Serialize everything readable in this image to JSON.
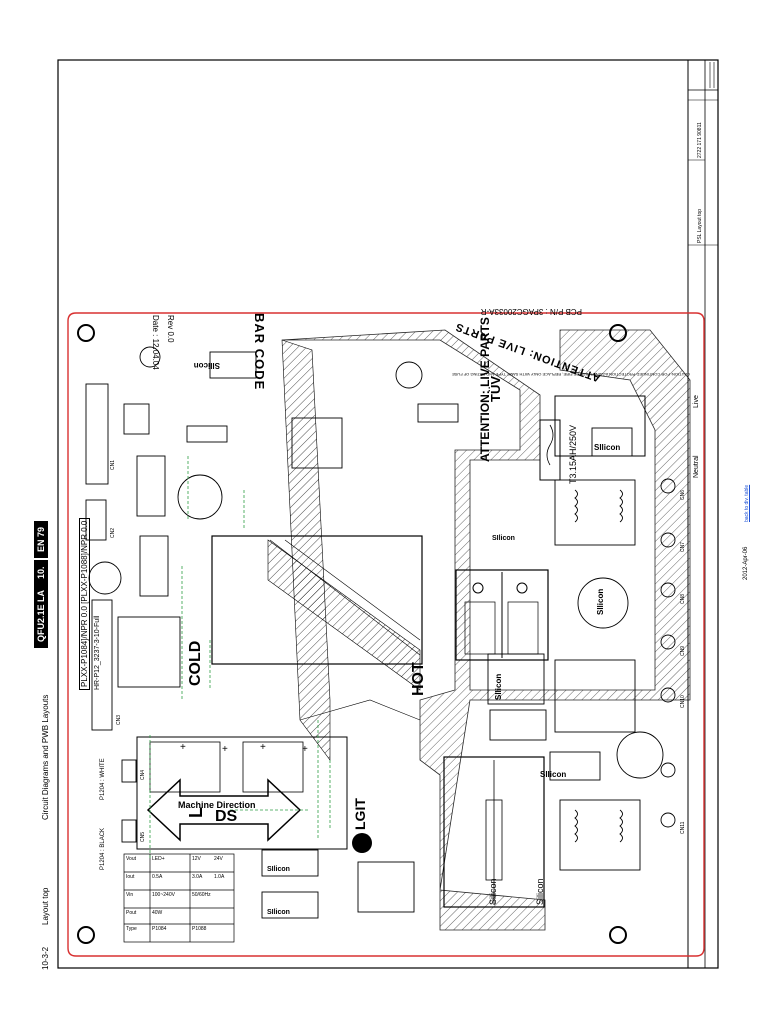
{
  "header": {
    "page_number": "10-3-2",
    "section": "Layout top",
    "chapter": "Circuit Diagrams and PWB Layouts",
    "model": "QFU2.1E LA",
    "chapter_no": "10.",
    "lang": "EN 79"
  },
  "footer": {
    "date": "2012-Apr-06",
    "link_text": "back to div. table"
  },
  "title_block": {
    "drawing_title": "PSL Layout top",
    "doc_number": "2722 171 90811"
  },
  "board": {
    "bar_code": "BAR CODE",
    "rev": "Rev 0.0",
    "date": "Date : 12.04.04",
    "pcb_pn": "PCB P/N : 3PAGC20033A-R",
    "attention_top": "ATTENTION: LIVE PARTS",
    "attention_mid": "ATTENTION: LIVE PARTS",
    "caution": "CAUTION: FOR CONTINUED PROTECTION AGAINST RISK OF FIRE, REPLACE ONLY WITH SAME TYPE AND RATING OF FUSE",
    "fuse": "T3.15AH/250V",
    "tdv": "TÜV",
    "hot": "HOT",
    "cold": "COLD",
    "machine_direction": "Machine Direction",
    "ds": "DS",
    "l_mark": "L",
    "lgit": "LGIT",
    "plxx": "PLXX-P1084]/NPR 0.0 [PLXX-P1088]/NPR 0.0",
    "model_code": "HR-P12_3237-3-10-Full",
    "neutral": "Neutral",
    "live": "Live",
    "p1 white": "P1204 : WHITE",
    "p1 black": "P1204 : BLACK",
    "silicon": "Silicon",
    "silicon_small": "SIlicon",
    "part_labels": [
      "CN1",
      "CN2",
      "CN3",
      "CN4",
      "CN5",
      "CN6",
      "CN7",
      "CN8",
      "CN9",
      "CN10",
      "CN11"
    ],
    "spec_rows": [
      [
        "Vout",
        "LED+",
        "12V",
        "24V"
      ],
      [
        "Iout",
        "0.5A",
        "3.0A",
        "1.0A"
      ],
      [
        "Vin",
        "100~240V",
        "50/60Hz",
        ""
      ],
      [
        "Pout",
        "40W",
        "",
        ""
      ],
      [
        "Type",
        "P1084",
        "P1088",
        ""
      ]
    ]
  }
}
